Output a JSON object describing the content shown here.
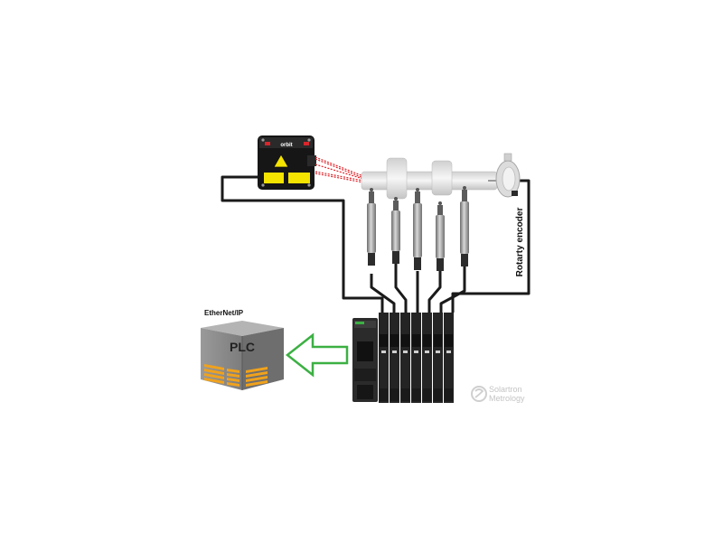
{
  "labels": {
    "ethernet": "EtherNet/IP",
    "plc": "PLC",
    "rotary_encoder": "Rotarty encoder",
    "brand_line1": "Solartron",
    "brand_line2": "Metrology",
    "laser_brand": "orbit"
  },
  "colors": {
    "cable": "#1a1a1a",
    "laser_beam": "#e0242b",
    "arrow": "#3cb043",
    "plc_body": "#8a8a8a",
    "plc_vents": "#f0a21c",
    "laser_warning": "#f5e300"
  },
  "icons": {
    "laser_sensor": "laser-sensor-icon",
    "rotary_encoder": "rotary-encoder-icon",
    "plc": "plc-cabinet-icon",
    "data_flow_arrow": "left-arrow-icon",
    "brand_logo": "solartron-logo-icon"
  },
  "components": {
    "probe_count": 5,
    "interface_module_count": 7
  }
}
